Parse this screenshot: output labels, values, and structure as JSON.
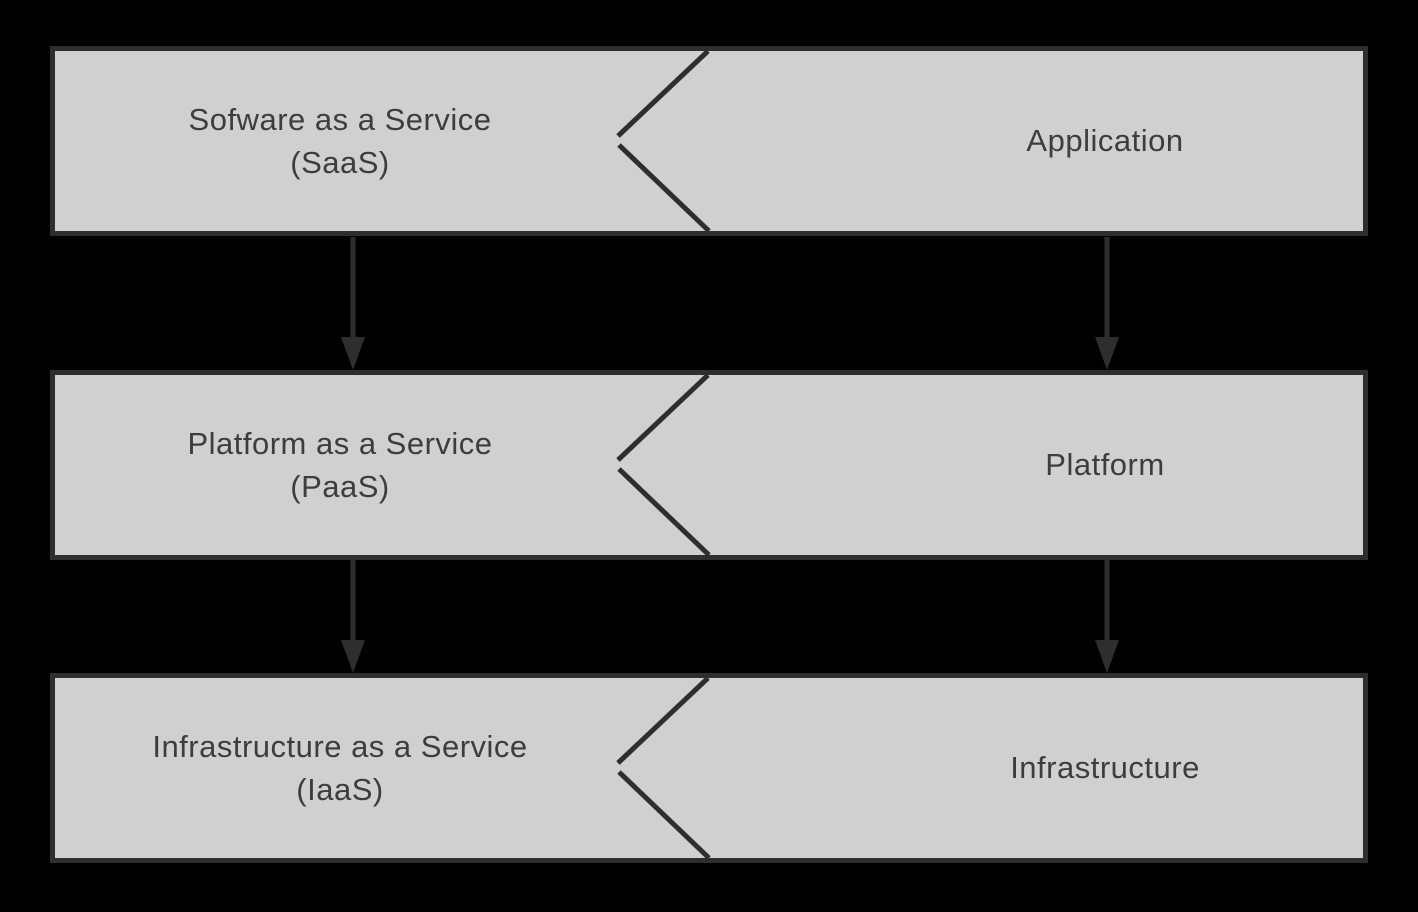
{
  "diagram": {
    "type": "cloud-service-stack",
    "colors": {
      "background": "#000000",
      "bar-fill": "#d0d0d0",
      "line": "#2e2e2e",
      "text": "#3d3d3d"
    },
    "rows": [
      {
        "left_line1": "Sofware as a Service",
        "left_line2": "(SaaS)",
        "right_label": "Application"
      },
      {
        "left_line1": "Platform as a Service",
        "left_line2": "(PaaS)",
        "right_label": "Platform"
      },
      {
        "left_line1": "Infrastructure as a Service",
        "left_line2": "(IaaS)",
        "right_label": "Infrastructure"
      }
    ]
  }
}
